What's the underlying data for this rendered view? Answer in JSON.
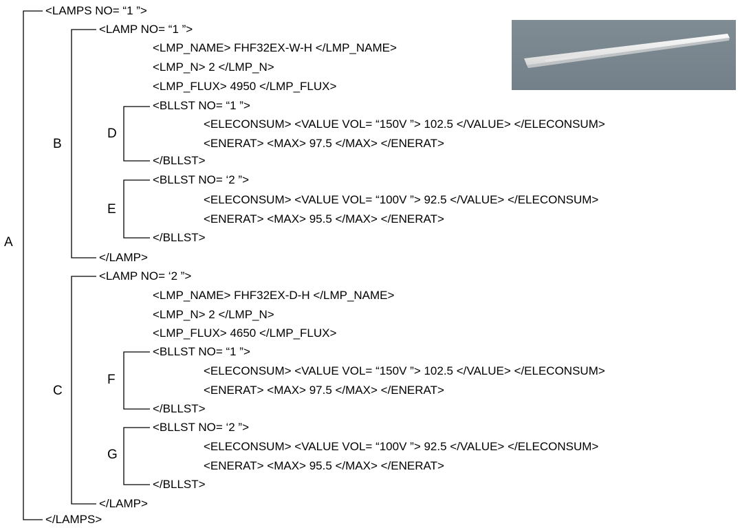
{
  "lines": [
    "<LAMPS NO= “1 ”>",
    "<LAMP NO= “1 ”>",
    "<LMP_NAME> FHF32EX-W-H </LMP_NAME>",
    "<LMP_N> 2 </LMP_N>",
    "<LMP_FLUX> 4950 </LMP_FLUX>",
    "<BLLST NO= “1 ”>",
    "<ELECONSUM> <VALUE VOL= “150V ”> 102.5 </VALUE> </ELECONSUM>",
    "<ENERAT> <MAX> 97.5 </MAX> </ENERAT>",
    "</BLLST>",
    "<BLLST NO= ‘2 ”>",
    "<ELECONSUM> <VALUE VOL= “100V ”> 92.5 </VALUE> </ELECONSUM>",
    "<ENERAT> <MAX> 95.5 </MAX> </ENERAT>",
    "</BLLST>",
    "</LAMP>",
    "<LAMP NO= ‘2 ”>",
    "<LMP_NAME> FHF32EX-D-H </LMP_NAME>",
    "<LMP_N> 2 </LMP_N>",
    "<LMP_FLUX> 4650 </LMP_FLUX>",
    "<BLLST NO= “1 ”>",
    "<ELECONSUM> <VALUE VOL= “150V ”> 102.5 </VALUE> </ELECONSUM>",
    "<ENERAT> <MAX> 97.5 </MAX> </ENERAT>",
    "</BLLST>",
    "<BLLST NO= ‘2 ”>",
    "<ELECONSUM> <VALUE VOL= “100V ”> 92.5 </VALUE> </ELECONSUM>",
    "<ENERAT> <MAX> 95.5 </MAX> </ENERAT>",
    "</BLLST>",
    "</LAMP>",
    "</LAMPS>"
  ],
  "brackets": {
    "a": "A",
    "b": "B",
    "c": "C",
    "d": "D",
    "e": "E",
    "f": "F",
    "g": "G"
  },
  "colors": {
    "photo_background": "#7a868e",
    "fixture": "#f2f2f2"
  }
}
